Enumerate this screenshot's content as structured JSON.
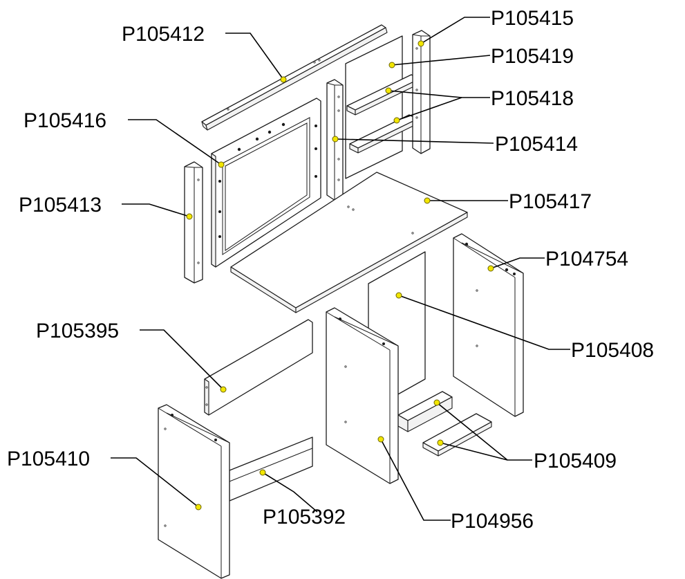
{
  "diagram": {
    "labels": {
      "p105412": "P105412",
      "p105415": "P105415",
      "p105419": "P105419",
      "p105418": "P105418",
      "p105416": "P105416",
      "p105414": "P105414",
      "p105413": "P105413",
      "p105417": "P105417",
      "p104754": "P104754",
      "p105395": "P105395",
      "p105408": "P105408",
      "p105409": "P105409",
      "p105410": "P105410",
      "p105392": "P105392",
      "p104956": "P104956"
    },
    "colors": {
      "line": "#1a1a1a",
      "marker": "#f2e600",
      "background": "#ffffff"
    }
  }
}
